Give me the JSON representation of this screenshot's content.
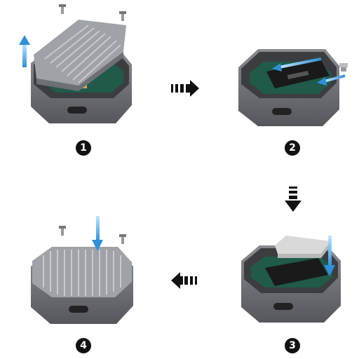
{
  "steps": [
    {
      "number": "1"
    },
    {
      "number": "2"
    },
    {
      "number": "3"
    },
    {
      "number": "4"
    }
  ],
  "colors": {
    "housing": "#6f7177",
    "housing_dark": "#4f5156",
    "lid": "#a3a6ab",
    "pcb": "#1f5a4a",
    "ssd": "#1a1a1a",
    "thermal_pad": "#d9d9d9",
    "blue_arrow": "#3aa3e8",
    "step_arrow": "#111111"
  },
  "icons": [
    "screw-icon",
    "blue-arrow-icon",
    "step-arrow-icon",
    "usb-c-port-icon"
  ]
}
